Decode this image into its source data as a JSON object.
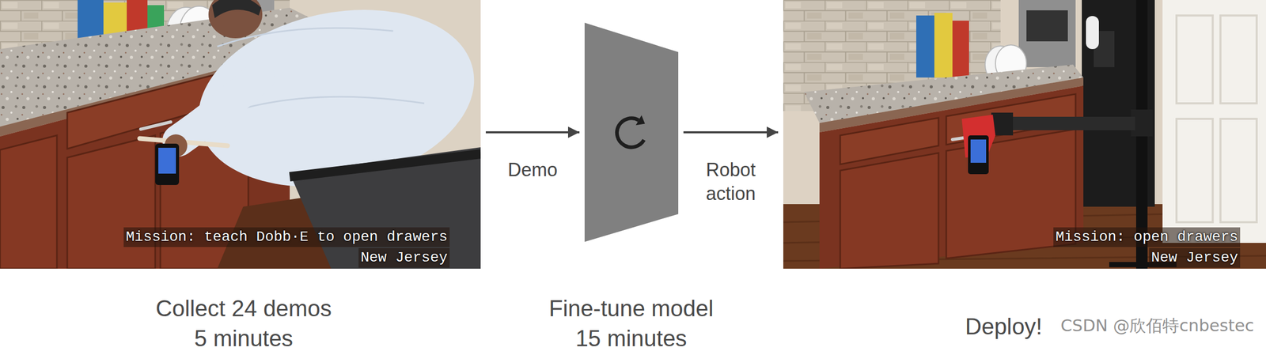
{
  "diagram": {
    "nodes": [
      {
        "text": [
          "Mission: teach Dobb·E to open drawers",
          "New Jersey",
          "Collect 24 demos 5 minutes"
        ]
      },
      {
        "text": [
          "Fine-tune model 15 minutes"
        ]
      },
      {
        "text": [
          "Mission: open drawers",
          "New Jersey",
          "Deploy!"
        ]
      }
    ],
    "edges": [
      {
        "from": 0,
        "to": 1,
        "arrow": "to",
        "label": "Demo"
      },
      {
        "from": 1,
        "to": 2,
        "arrow": "to",
        "label": "Robot action"
      }
    ],
    "labels": [
      "CSDN @欣佰特cnbestec"
    ]
  }
}
